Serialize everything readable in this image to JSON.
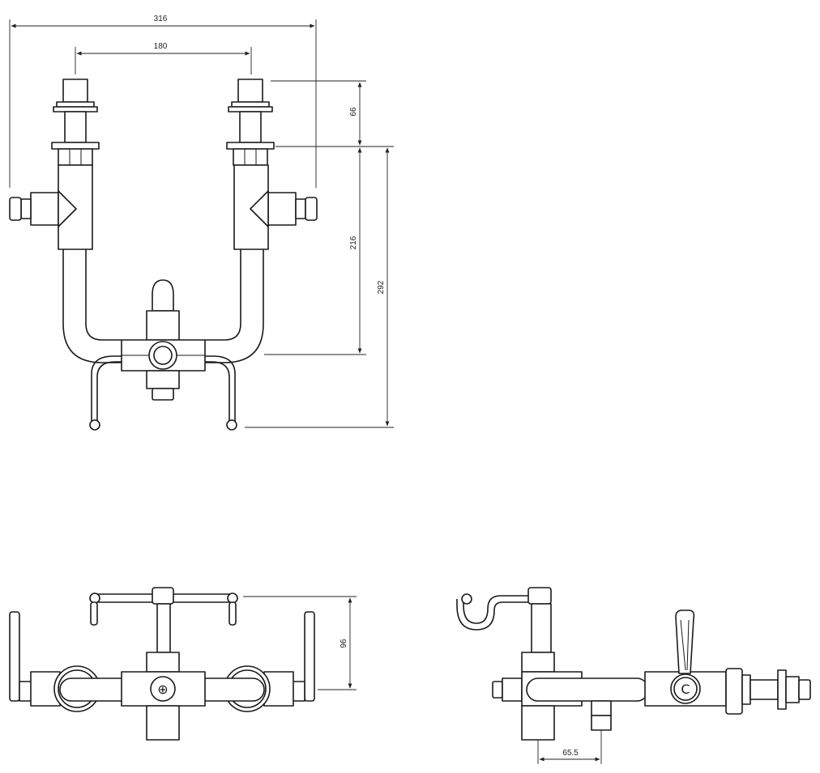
{
  "dimensions": {
    "overall_width": "316",
    "centres": "180",
    "top_section": "66",
    "body_height": "216",
    "total_height": "292",
    "bridge_height": "96",
    "wall_offset": "65.5"
  },
  "handle_marks": {
    "cold": "C",
    "centre": "⊕"
  },
  "colors": {
    "line": "#1a1a1a",
    "background": "#ffffff"
  }
}
